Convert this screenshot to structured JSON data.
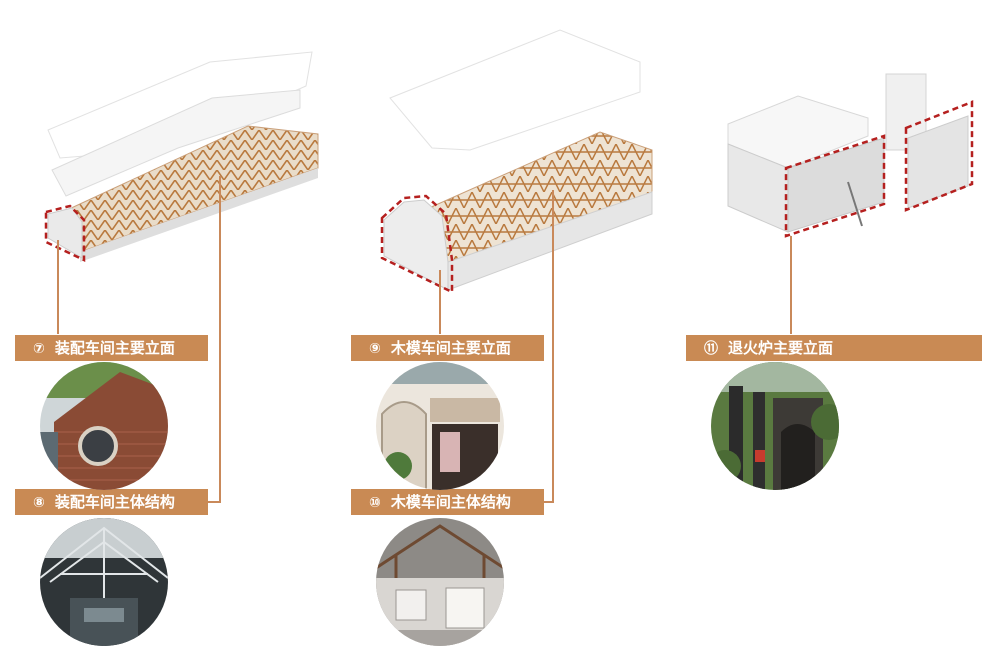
{
  "colors": {
    "accent": "#c98a54",
    "connector": "#c9895a",
    "highlight": "#b5201f",
    "timber": "#b97a3f"
  },
  "labels": [
    {
      "number": "⑦",
      "text": "装配车间主要立面"
    },
    {
      "number": "⑧",
      "text": "装配车间主体结构"
    },
    {
      "number": "⑨",
      "text": "木模车间主要立面"
    },
    {
      "number": "⑩",
      "text": "木模车间主体结构"
    },
    {
      "number": "⑪",
      "text": "退火炉主要立面"
    }
  ],
  "photos": [
    {
      "subject": "brick facade with round window"
    },
    {
      "subject": "steel truss workshop interior"
    },
    {
      "subject": "arched entrance of wood pattern workshop"
    },
    {
      "subject": "wooden truss interior exhibition"
    },
    {
      "subject": "annealing furnace facade with greenery"
    }
  ]
}
